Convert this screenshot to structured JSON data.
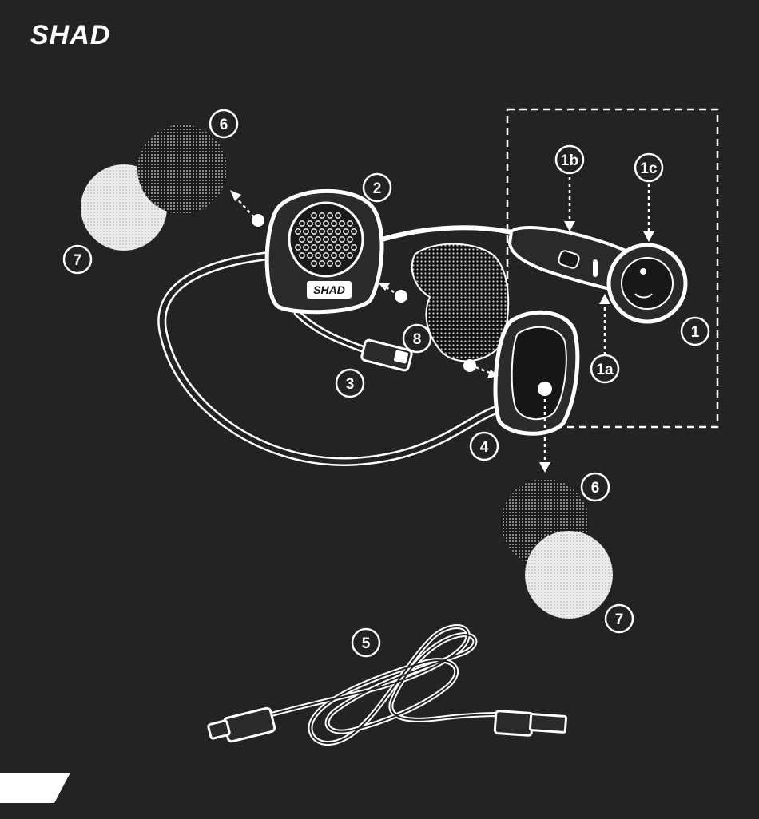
{
  "brand": {
    "logo_text": "SHAD",
    "badge_text": "SHAD"
  },
  "callouts": {
    "c1": "1",
    "c1a": "1a",
    "c1b": "1b",
    "c1c": "1c",
    "c2": "2",
    "c3": "3",
    "c4": "4",
    "c5": "5",
    "c6_top": "6",
    "c6_bottom": "6",
    "c7_top": "7",
    "c7_bottom": "7",
    "c8": "8"
  },
  "colors": {
    "background": "#232323",
    "line": "#ffffff",
    "accent": "#ffffff"
  }
}
